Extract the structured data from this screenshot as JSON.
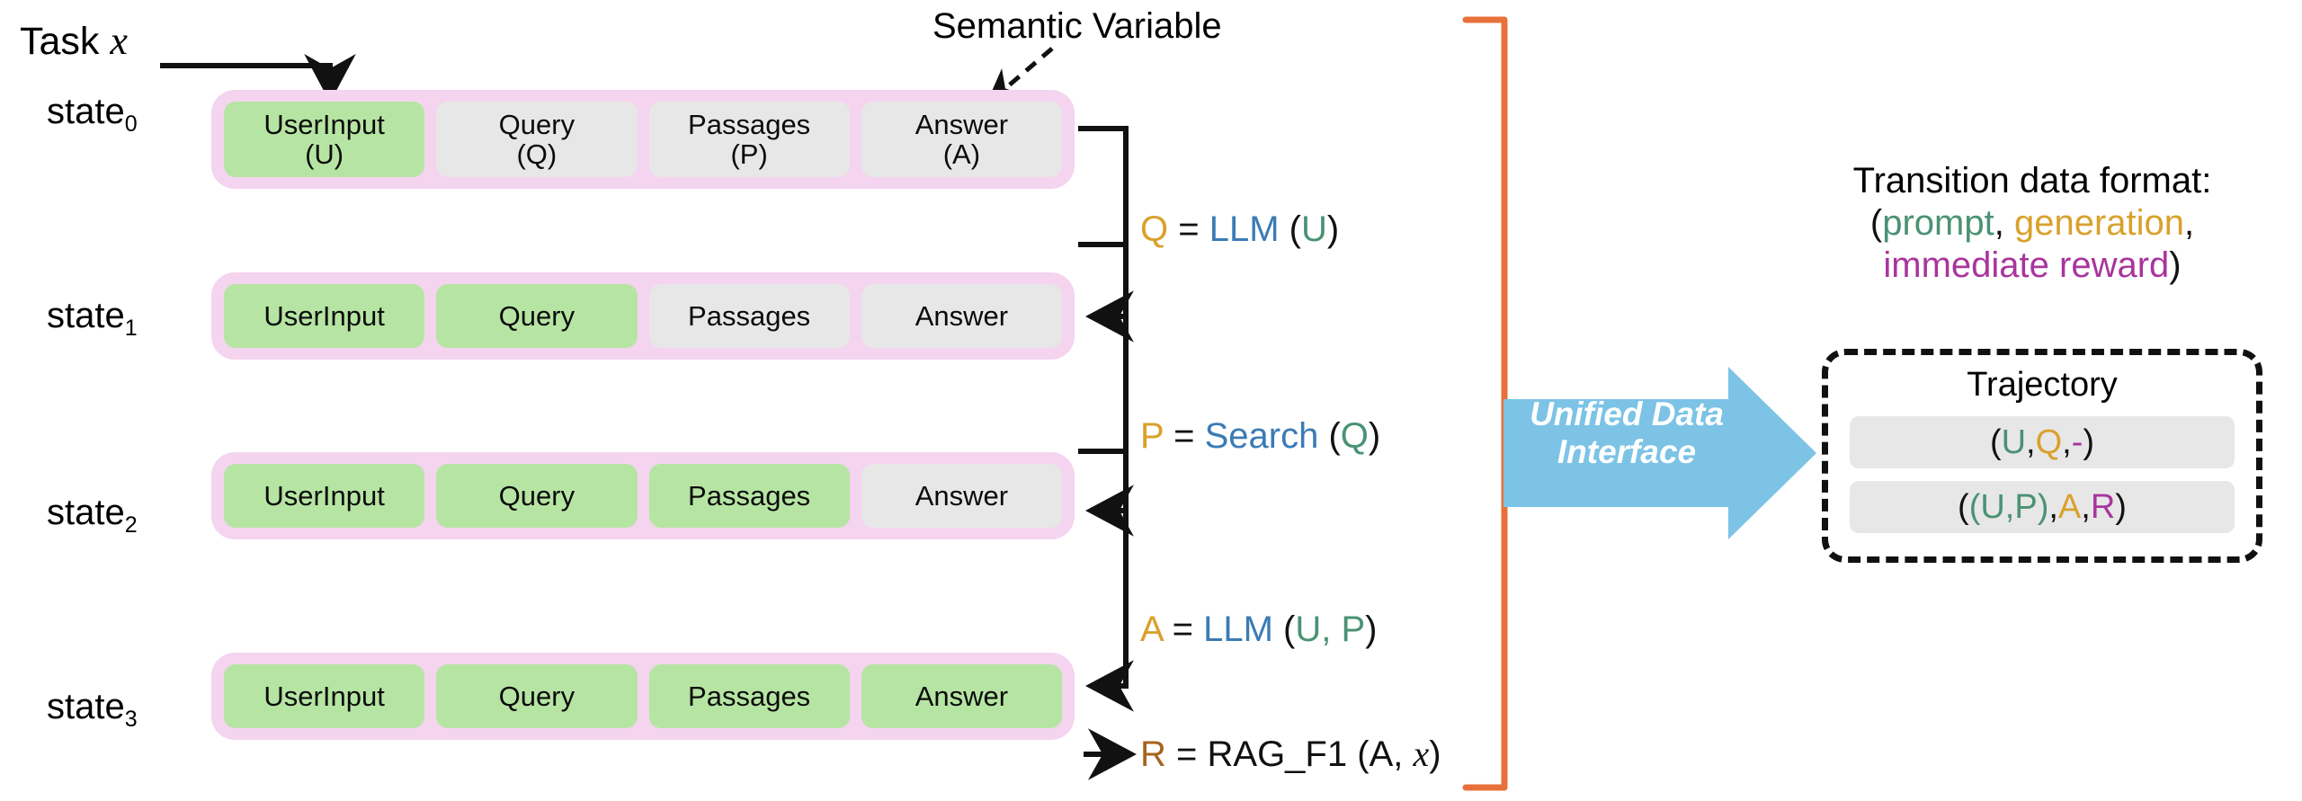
{
  "figure": {
    "task_label": "Task",
    "task_variable": "x",
    "semantic_variable_label": "Semantic Variable"
  },
  "states": [
    {
      "name": "state",
      "index": "0",
      "cells": [
        {
          "label": "UserInput",
          "symbol": "(U)",
          "filled": true
        },
        {
          "label": "Query",
          "symbol": "(Q)",
          "filled": false
        },
        {
          "label": "Passages",
          "symbol": "(P)",
          "filled": false
        },
        {
          "label": "Answer",
          "symbol": "(A)",
          "filled": false
        }
      ]
    },
    {
      "name": "state",
      "index": "1",
      "cells": [
        {
          "label": "UserInput",
          "symbol": "",
          "filled": true
        },
        {
          "label": "Query",
          "symbol": "",
          "filled": true
        },
        {
          "label": "Passages",
          "symbol": "",
          "filled": false
        },
        {
          "label": "Answer",
          "symbol": "",
          "filled": false
        }
      ]
    },
    {
      "name": "state",
      "index": "2",
      "cells": [
        {
          "label": "UserInput",
          "symbol": "",
          "filled": true
        },
        {
          "label": "Query",
          "symbol": "",
          "filled": true
        },
        {
          "label": "Passages",
          "symbol": "",
          "filled": true
        },
        {
          "label": "Answer",
          "symbol": "",
          "filled": false
        }
      ]
    },
    {
      "name": "state",
      "index": "3",
      "cells": [
        {
          "label": "UserInput",
          "symbol": "",
          "filled": true
        },
        {
          "label": "Query",
          "symbol": "",
          "filled": true
        },
        {
          "label": "Passages",
          "symbol": "",
          "filled": true
        },
        {
          "label": "Answer",
          "symbol": "",
          "filled": true
        }
      ]
    }
  ],
  "transitions": [
    {
      "output": "Q",
      "eq": "=",
      "fn": "LLM",
      "open": "(",
      "args": "U",
      "close": ")"
    },
    {
      "output": "P",
      "eq": "=",
      "fn": "Search",
      "open": "(",
      "args": "Q",
      "close": ")"
    },
    {
      "output": "A",
      "eq": "=",
      "fn": "LLM",
      "open": "(",
      "args": "U, P",
      "close": ")"
    }
  ],
  "reward": {
    "output": "R",
    "eq": "=",
    "fn": "RAG_F1",
    "open": "(",
    "arg1": "A,",
    "arg2": "x",
    "close": ")"
  },
  "unified_interface": {
    "line1": "Unified Data",
    "line2": "Interface"
  },
  "right_panel": {
    "title": "Transition data format:",
    "format_open": "(",
    "format_prompt": "prompt",
    "format_sep1": ",",
    "format_generation": "generation",
    "format_sep2": ",",
    "format_reward": "immediate reward",
    "format_close": ")",
    "trajectory_title": "Trajectory",
    "trajectory_rows": [
      {
        "open": "(",
        "prompt": "U",
        "sep1": ", ",
        "generation": "Q",
        "sep2": ", ",
        "reward": "-",
        "close": ")"
      },
      {
        "open": "(",
        "prompt": "(U,P)",
        "sep1": ", ",
        "generation": "A",
        "sep2": ", ",
        "reward": "R",
        "close": ")"
      }
    ]
  },
  "colors": {
    "state_container": "#f4d4ef",
    "cell_filled": "#b6e5a3",
    "cell_empty": "#e7e7e7",
    "generation": "#d9a12c",
    "reward_amber": "#a8631f",
    "function": "#3a7bb5",
    "prompt": "#4a9274",
    "reward_purple": "#a8359c",
    "bracket": "#e8703a",
    "interface_arrow": "#7cc3e6"
  }
}
